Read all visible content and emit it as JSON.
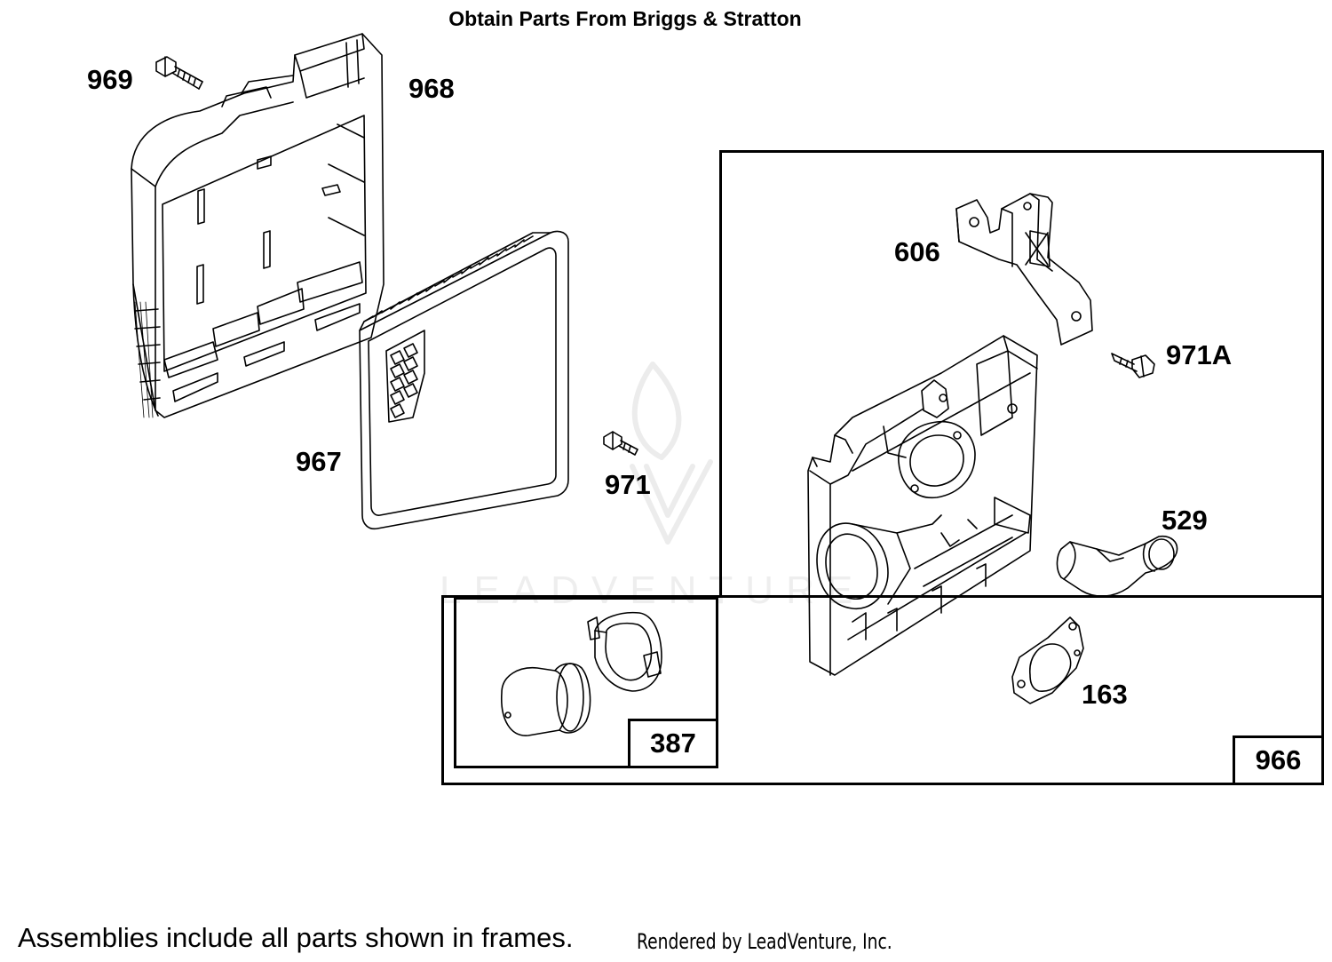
{
  "header": {
    "title": "Obtain Parts From Briggs & Stratton"
  },
  "callouts": {
    "p969": "969",
    "p968": "968",
    "p967": "967",
    "p971": "971",
    "p606": "606",
    "p971a": "971A",
    "p529": "529",
    "p163": "163"
  },
  "frames": {
    "outer_label": "966",
    "inner_label": "387"
  },
  "watermark": {
    "text": "LEADVENTURE"
  },
  "footer": {
    "note": "Assemblies include all parts shown in frames.",
    "credit": "Rendered by LeadVenture, Inc."
  },
  "colors": {
    "line": "#000000",
    "background": "#ffffff",
    "watermark": "#eeeeee"
  }
}
